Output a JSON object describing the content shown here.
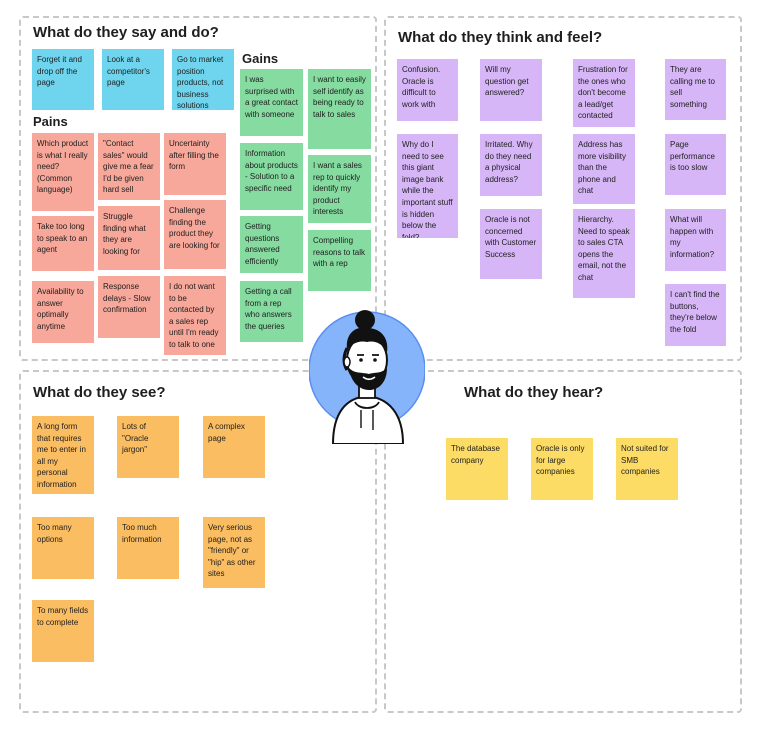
{
  "quadrants": {
    "say_do": {
      "title": "What do they say and do?",
      "pains_label": "Pains",
      "gains_label": "Gains",
      "say_notes": [
        "Forget it and drop off the page",
        "Look at a competitor's page",
        "Go to market position products, not business solutions"
      ],
      "pains": [
        "Which product is what I really need? (Common language)",
        "\"Contact sales\" would give me a fear I'd be given hard sell",
        "Uncertainty after filling the form",
        "Take too long to speak to an agent",
        "Struggle finding what they are looking for",
        "Challenge finding the product they are looking for",
        "Availability to answer optimally anytime",
        "Response delays - Slow confirmation",
        "I do not want to be contacted by a sales rep until I'm ready to talk to one"
      ],
      "gains": [
        "I was surprised with a great contact with someone",
        "I want to easily self identify as being ready to talk to sales",
        "Information about products - Solution to a specific need",
        "I want a sales rep to quickly identify my product interests",
        "Getting questions answered efficiently",
        "Compelling reasons to talk with a rep",
        "Getting a call from a rep who answers the queries"
      ]
    },
    "think_feel": {
      "title": "What do they think and feel?",
      "notes": [
        "Confusion. Oracle is difficult to work with",
        "Will my question get answered?",
        "Frustration for the ones who don't become a lead/get contacted",
        "They are calling me to sell something",
        "Why do I need to see this giant image bank while the important stuff is hidden below the fold?",
        "Irritated. Why do they need a physical address?",
        "Address has more visibility than the phone and chat",
        "Page performance is too slow",
        "Oracle is not concerned with Customer Success",
        "Hierarchy. Need to speak to sales CTA opens the email, not the chat",
        "What will happen with my information?",
        "I can't find the buttons, they're below the fold"
      ]
    },
    "see": {
      "title": "What do they see?",
      "notes": [
        "A long form that requires me to enter in all my personal information",
        "Lots of \"Oracle jargon\"",
        "A complex page",
        "Too many options",
        "Too much information",
        "Very serious page, not as \"friendly\" or \"hip\" as other sites",
        "To many fields to complete"
      ]
    },
    "hear": {
      "title": "What do they hear?",
      "notes": [
        "The database company",
        "Oracle is only for large companies",
        "Not suited for SMB companies"
      ]
    }
  },
  "avatar": {
    "icon": "persona-avatar-icon",
    "circle_color": "#86b4fb"
  },
  "colors": {
    "blue": "#6fd5ef",
    "red": "#f7a89a",
    "green": "#86dba0",
    "purple": "#d6b6f6",
    "orange": "#fbbd62",
    "yellow": "#fddc66"
  }
}
